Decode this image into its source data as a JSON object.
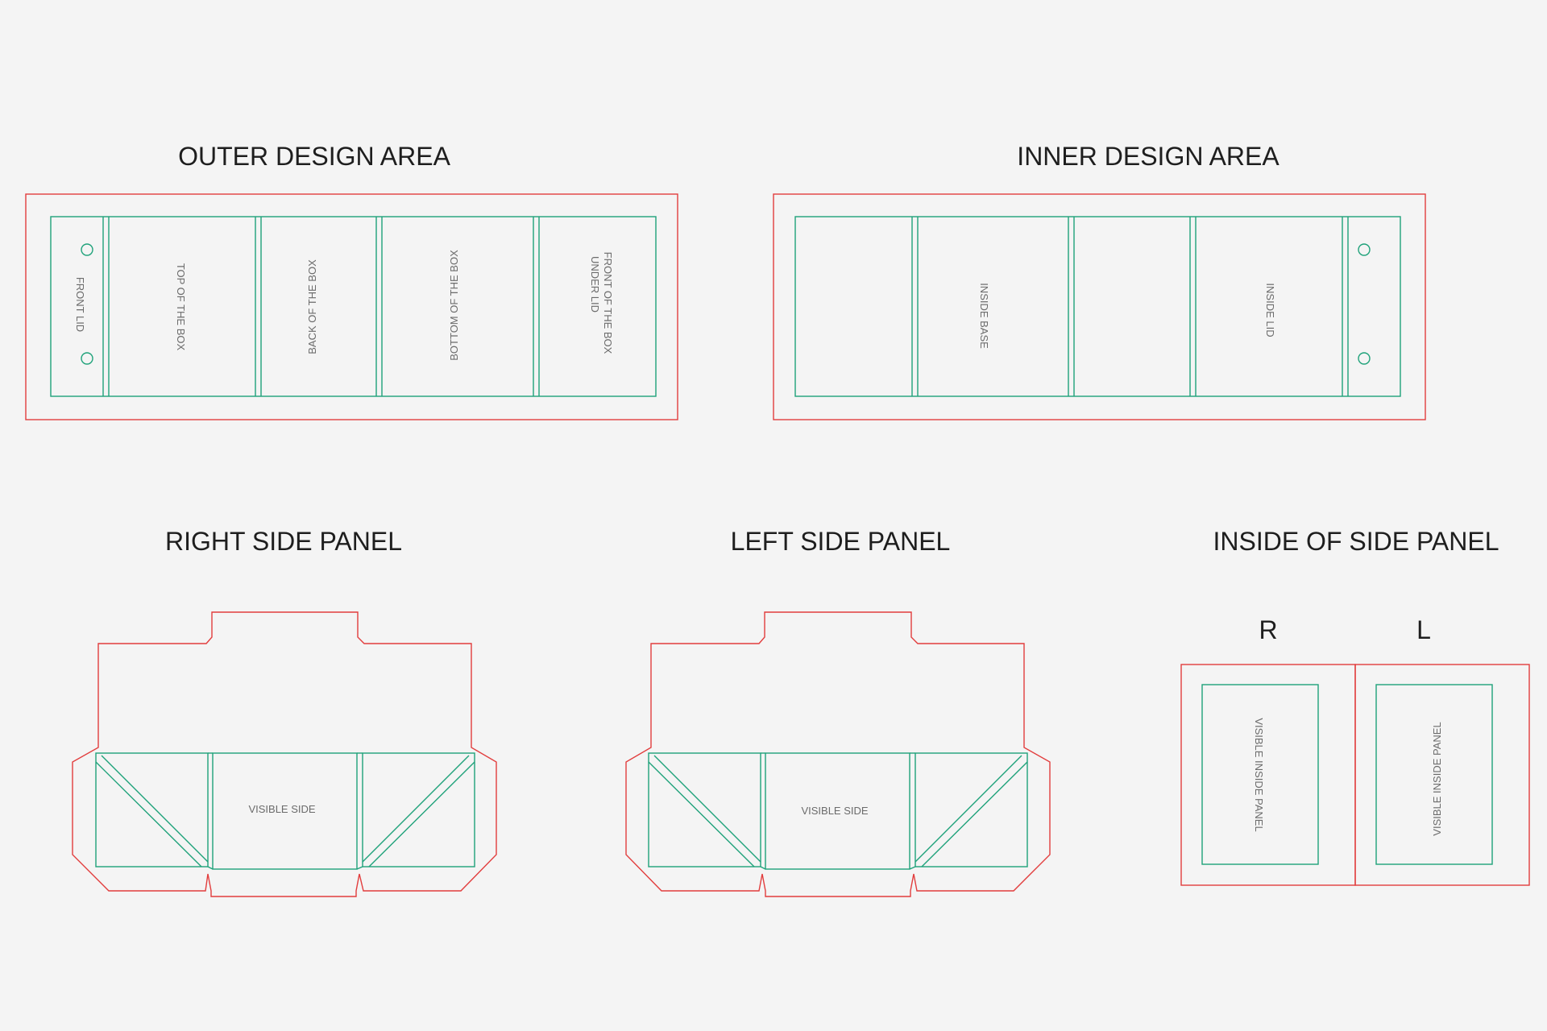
{
  "outer": {
    "title": "OUTER DESIGN AREA",
    "panels": [
      "FRONT LID",
      "TOP OF THE BOX",
      "BACK OF THE BOX",
      "BOTTOM OF THE BOX",
      "FRONT OF THE BOX",
      "UNDER LID"
    ]
  },
  "inner": {
    "title": "INNER DESIGN AREA",
    "panels": [
      "INSIDE BASE",
      "INSIDE LID"
    ]
  },
  "right_side": {
    "title": "RIGHT SIDE PANEL",
    "label": "VISIBLE SIDE"
  },
  "left_side": {
    "title": "LEFT SIDE PANEL",
    "label": "VISIBLE SIDE"
  },
  "inside_side": {
    "title": "INSIDE OF SIDE PANEL",
    "right_letter": "R",
    "left_letter": "L",
    "right_label": "VISIBLE INSIDE PANEL",
    "left_label": "VISIBLE INSIDE PANEL"
  },
  "colors": {
    "background": "#f4f4f4",
    "cut_line": "#e23d3d",
    "fold_line": "#1fa27a",
    "text": "#1e1e1e",
    "panel_text": "#6b6b6b"
  }
}
